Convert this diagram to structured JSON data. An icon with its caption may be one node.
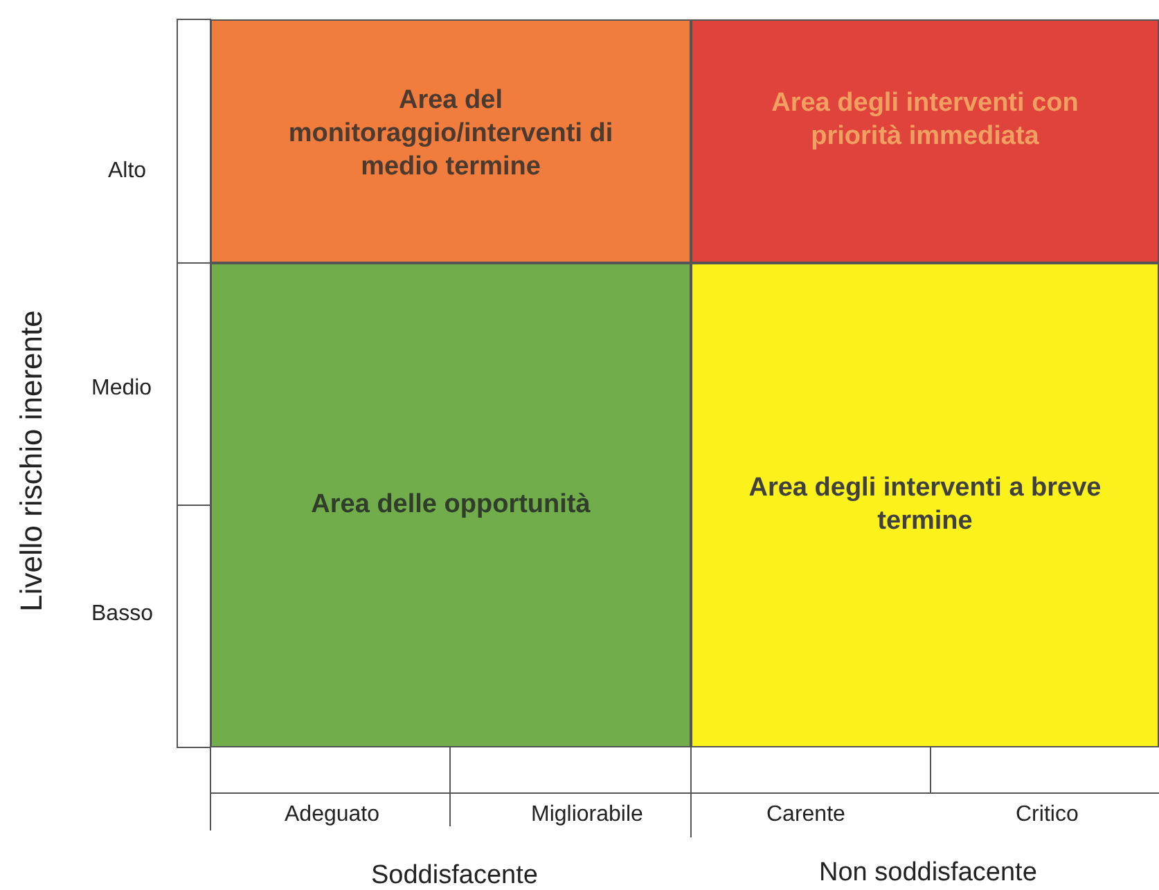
{
  "diagram": {
    "nodes": [
      {
        "text": [
          "Area del monitoraggio/interventi di medio termine"
        ]
      },
      {
        "text": [
          "Area degli interventi con priorità immediata"
        ]
      },
      {
        "text": [
          "Area delle opportunità"
        ]
      },
      {
        "text": [
          "Area degli interventi a breve termine"
        ]
      }
    ],
    "labels": [
      "Livello rischio inerente",
      "Alto",
      "Medio",
      "Basso",
      "Adeguato",
      "Migliorabile",
      "Carente",
      "Critico",
      "Soddisfacente",
      "Non soddisfacente"
    ]
  }
}
